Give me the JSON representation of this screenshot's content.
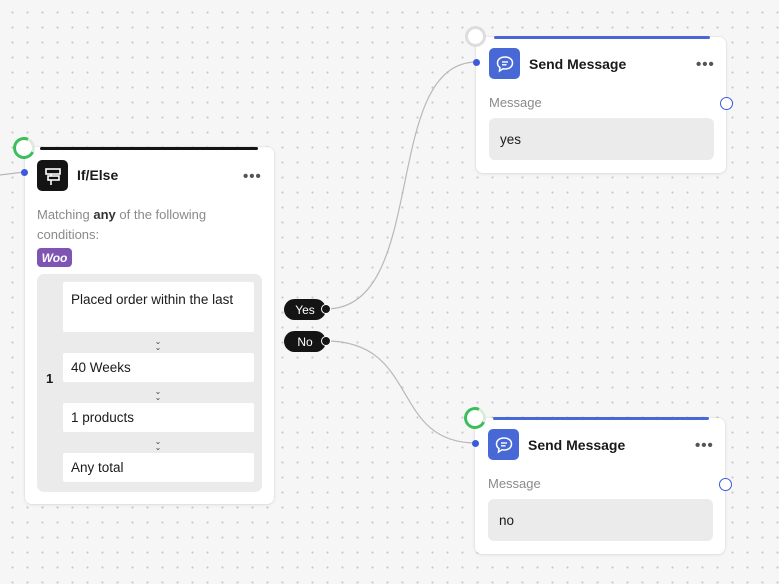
{
  "ifelse": {
    "title": "If/Else",
    "more": "•••",
    "desc_prefix": "Matching ",
    "desc_bold": "any",
    "desc_suffix": " of the following conditions:",
    "integration_logo": "Woo",
    "group_number": "1",
    "conditions": [
      "Placed order within the last",
      "40 Weeks",
      "1 products",
      "Any total"
    ],
    "branches": {
      "yes": "Yes",
      "no": "No"
    }
  },
  "send_yes": {
    "title": "Send Message",
    "more": "•••",
    "label": "Message",
    "message": "yes"
  },
  "send_no": {
    "title": "Send Message",
    "more": "•••",
    "label": "Message",
    "message": "no"
  },
  "colors": {
    "accent": "#3b5bdb",
    "node_topbar_blue": "#4868d6",
    "node_topbar_black": "#141414",
    "status_green": "#3bbf5c",
    "woo_purple": "#7f54b3"
  }
}
